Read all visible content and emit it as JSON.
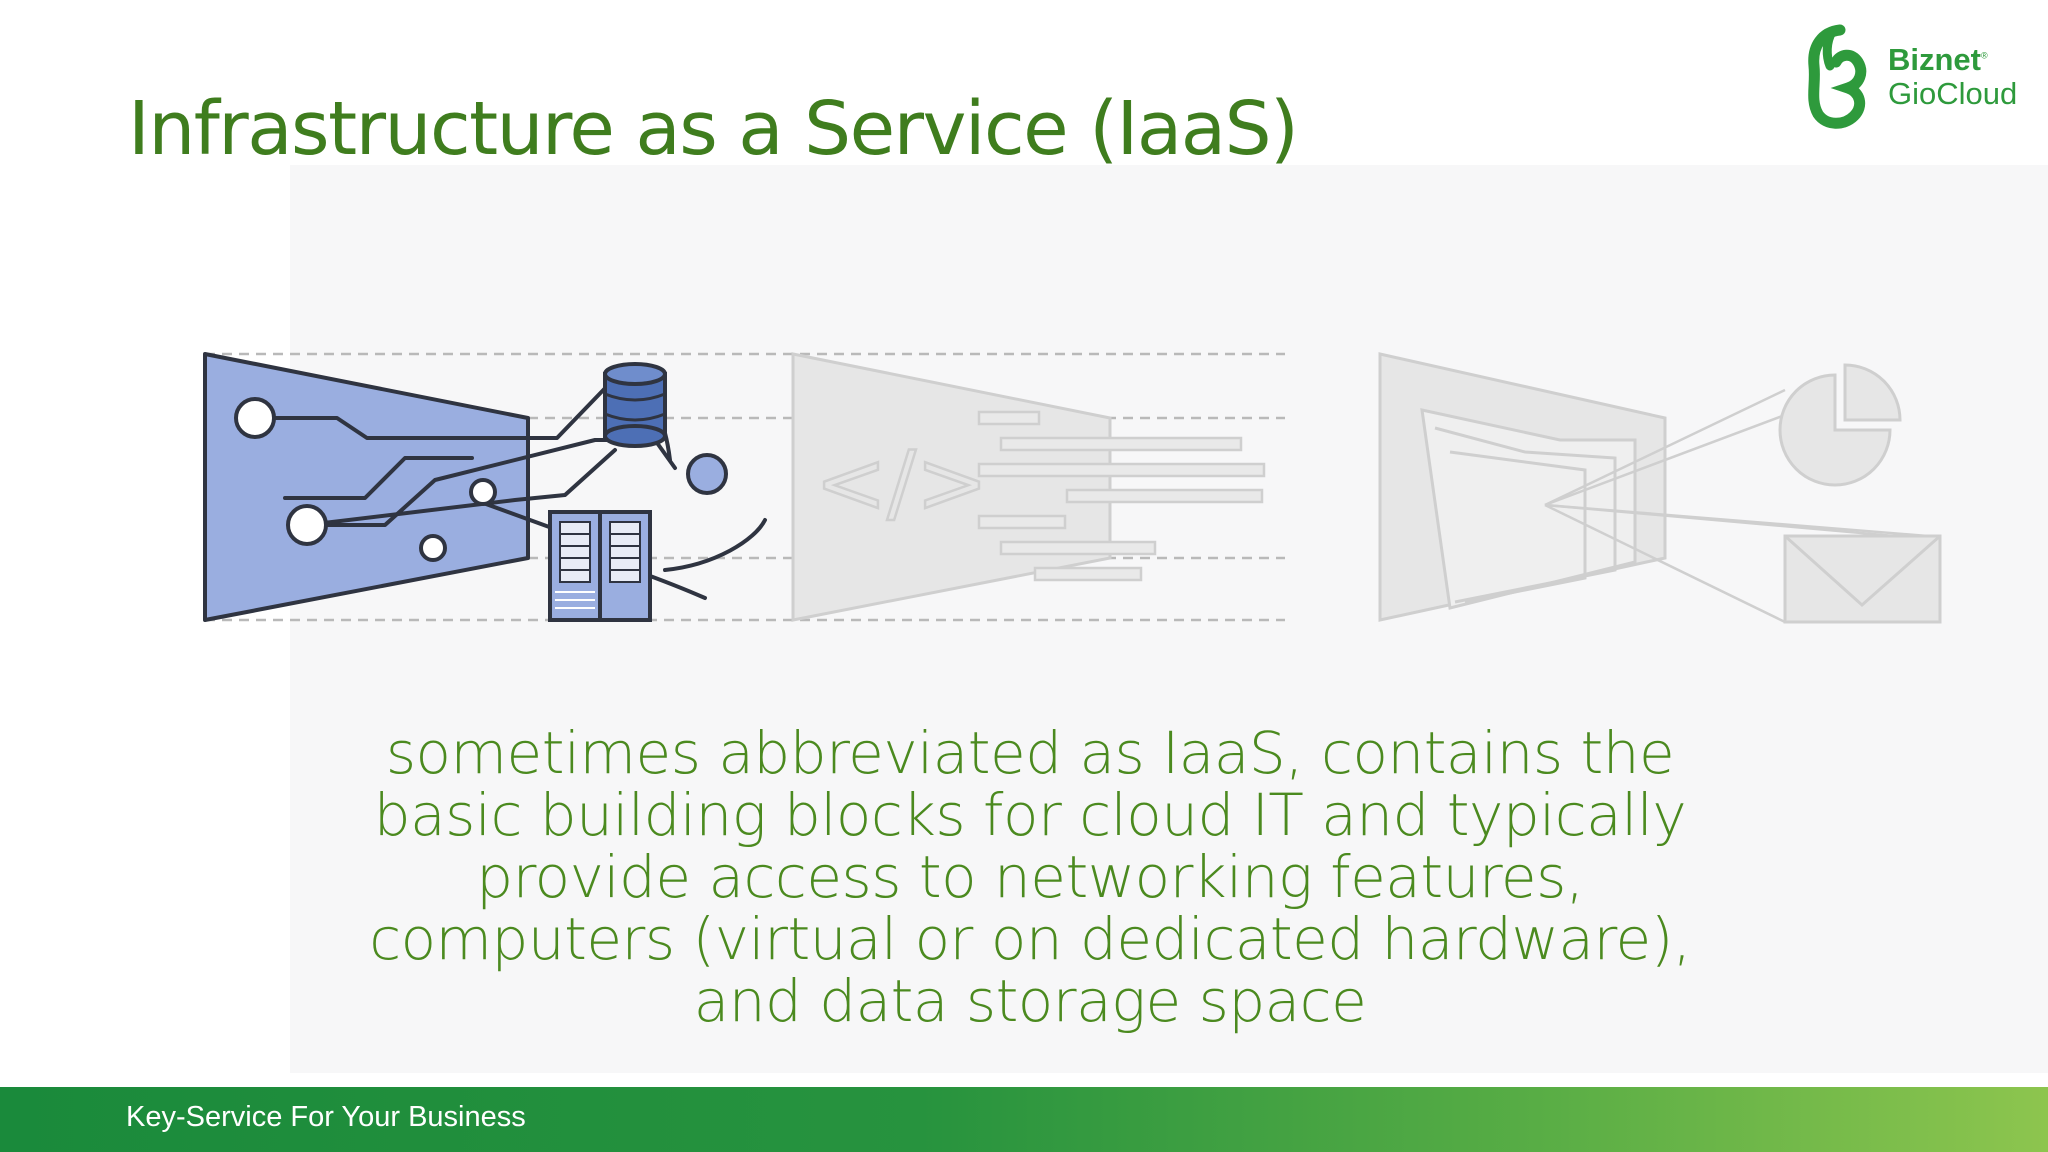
{
  "slide": {
    "title": "Infrastructure as a Service (IaaS)",
    "description": "sometimes abbreviated as IaaS, contains the basic building blocks for cloud IT and typically provide access to networking features, computers (virtual or on dedicated hardware), and data storage space",
    "footer": "Key-Service For Your Business"
  },
  "logo": {
    "line1": "Biznet",
    "line2": "GioCloud",
    "mark": "®"
  },
  "illustration": {
    "code_symbol": "</>",
    "icons": [
      "network-circuit-icon",
      "database-icon",
      "server-rack-icon",
      "code-icon",
      "browser-window-icon",
      "pie-chart-icon",
      "envelope-icon"
    ]
  },
  "colors": {
    "title": "#3f7d1e",
    "text": "#4b8a1f",
    "brand": "#2e9a3c",
    "iaas_fill": "#9aaee0",
    "iaas_stroke": "#2f3441",
    "faded": "#dedede",
    "footer_start": "#1a8a3b",
    "footer_end": "#8dc54e"
  }
}
